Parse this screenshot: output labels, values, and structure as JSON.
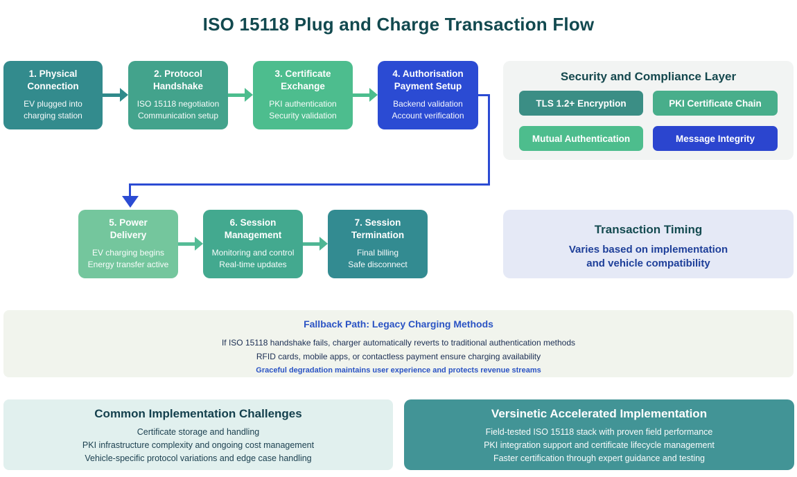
{
  "title": "ISO 15118 Plug and Charge Transaction Flow",
  "flow_steps": [
    {
      "heading": [
        "1. Physical",
        "Connection"
      ],
      "details": [
        "EV plugged into",
        "charging station"
      ]
    },
    {
      "heading": [
        "2. Protocol",
        "Handshake"
      ],
      "details": [
        "ISO 15118 negotiation",
        "Communication setup"
      ]
    },
    {
      "heading": [
        "3. Certificate",
        "Exchange"
      ],
      "details": [
        "PKI authentication",
        "Security validation"
      ]
    },
    {
      "heading": [
        "4. Authorisation",
        "Payment Setup"
      ],
      "details": [
        "Backend validation",
        "Account verification"
      ]
    },
    {
      "heading": [
        "5. Power",
        "Delivery"
      ],
      "details": [
        "EV charging begins",
        "Energy transfer active"
      ]
    },
    {
      "heading": [
        "6. Session",
        "Management"
      ],
      "details": [
        "Monitoring and control",
        "Real-time updates"
      ]
    },
    {
      "heading": [
        "7. Session",
        "Termination"
      ],
      "details": [
        "Final billing",
        "Safe disconnect"
      ]
    }
  ],
  "security": {
    "title": "Security and Compliance Layer",
    "pills": [
      {
        "label": "TLS 1.2+ Encryption",
        "color": "#3b8e85"
      },
      {
        "label": "PKI Certificate Chain",
        "color": "#48ae8b"
      },
      {
        "label": "Mutual Authentication",
        "color": "#4dbd8d"
      },
      {
        "label": "Message Integrity",
        "color": "#2b45cf"
      }
    ]
  },
  "timing": {
    "title": "Transaction Timing",
    "lines": [
      "Varies based on implementation",
      "and vehicle compatibility"
    ]
  },
  "fallback": {
    "title": "Fallback Path: Legacy Charging Methods",
    "lines": [
      "If ISO 15118 handshake fails, charger automatically reverts to traditional authentication methods",
      "RFID cards, mobile apps, or contactless payment ensure charging availability"
    ],
    "note": "Graceful degradation maintains user experience and protects revenue streams"
  },
  "challenges": {
    "title": "Common Implementation Challenges",
    "lines": [
      "Certificate storage and handling",
      "PKI infrastructure complexity and ongoing cost management",
      "Vehicle-specific protocol variations and edge case handling"
    ]
  },
  "versinetic": {
    "title": "Versinetic Accelerated Implementation",
    "lines": [
      "Field-tested ISO 15118 stack with proven field performance",
      "PKI integration support and certificate lifecycle management",
      "Faster certification through expert guidance and testing"
    ]
  },
  "colors": {
    "step1": "#338b8d",
    "step2": "#43a38c",
    "step3": "#4dbd8e",
    "step4": "#2b4bd3",
    "step5": "#74c69d",
    "step6": "#43a98f",
    "step7": "#338b91",
    "connector_blue": "#2b4bd3",
    "arrow_teal": "#2f8a8b",
    "arrow_green": "#4cbd8e",
    "arrow_green_light": "#55bc96",
    "security_panel_bg": "#f2f4f3",
    "timing_panel_bg": "#e5e9f6",
    "fallback_panel_bg": "#f1f4ed",
    "challenges_panel_bg": "#e1f0ee",
    "versinetic_panel_bg": "#429496",
    "title_text": "#12494f",
    "blue_text": "#2a53c4",
    "navy_text": "#1e3f99"
  }
}
